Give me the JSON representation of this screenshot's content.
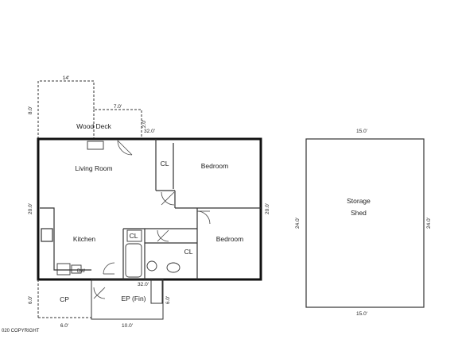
{
  "rooms": {
    "wood_deck": "Wood Deck",
    "living_room": "Living Room",
    "bedroom_1": "Bedroom",
    "bedroom_2": "Bedroom",
    "kitchen": "Kitchen",
    "closet_1": "CL",
    "closet_2": "CL",
    "closet_3": "CL",
    "cp": "CP",
    "ep": "EP (Fin)",
    "dw": "DW",
    "shed_line1": "Storage",
    "shed_line2": "Shed"
  },
  "dimensions": {
    "deck_top": "14'",
    "deck_left": "8.0'",
    "deck_step": "7.0'",
    "deck_step_side": "2.0'",
    "house_top": "32.0'",
    "house_left": "20.0'",
    "house_right": "20.0'",
    "house_bottom": "32.0'",
    "cp_left": "6.0'",
    "cp_bottom": "6.0'",
    "ep_bottom": "10.0'",
    "ep_right": "6.0'",
    "shed_top": "15.0'",
    "shed_bottom": "15.0'",
    "shed_left": "24.0'",
    "shed_right": "24.0'"
  },
  "copyright": "020 COPYRIGHT"
}
